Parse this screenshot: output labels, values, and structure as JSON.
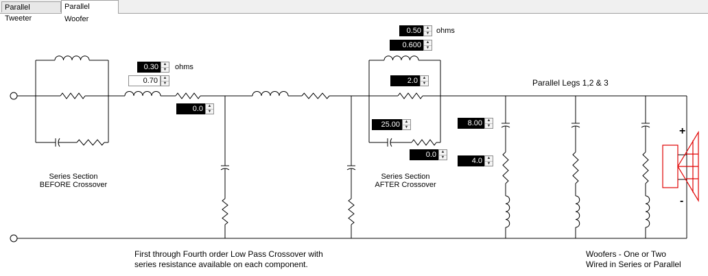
{
  "tabs": [
    {
      "label": "Parallel Tweeter",
      "active": false
    },
    {
      "label": "Parallel Woofer",
      "active": true
    }
  ],
  "colors": {
    "wire": "#000000",
    "speaker": "#e00000",
    "spin_bg": "#000000"
  },
  "inputs": {
    "series_before_r": "0.30",
    "series_before_l": "0.70",
    "series_before_r2": "0.0",
    "after_top_r": "0.50",
    "after_top_l": "0.600",
    "after_mid_r": "2.0",
    "after_cap": "25.00",
    "after_cap_r": "0.0",
    "leg1_cap": "8.00",
    "leg1_r": "4.0"
  },
  "labels": {
    "ohms_1": "ohms",
    "ohms_2": "ohms",
    "series_before_line1": "Series Section",
    "series_before_line2": "BEFORE Crossover",
    "series_after_line1": "Series Section",
    "series_after_line2": "AFTER Crossover",
    "parallel_legs": "Parallel Legs 1,2 & 3",
    "desc_line1": "First through Fourth order Low Pass Crossover with",
    "desc_line2": "series resistance available on each component.",
    "woofers_line1": "Woofers - One or Two",
    "woofers_line2": "Wired in Series or Parallel",
    "plus": "+",
    "minus": "-"
  },
  "icons": {
    "speaker": "speaker-icon"
  }
}
